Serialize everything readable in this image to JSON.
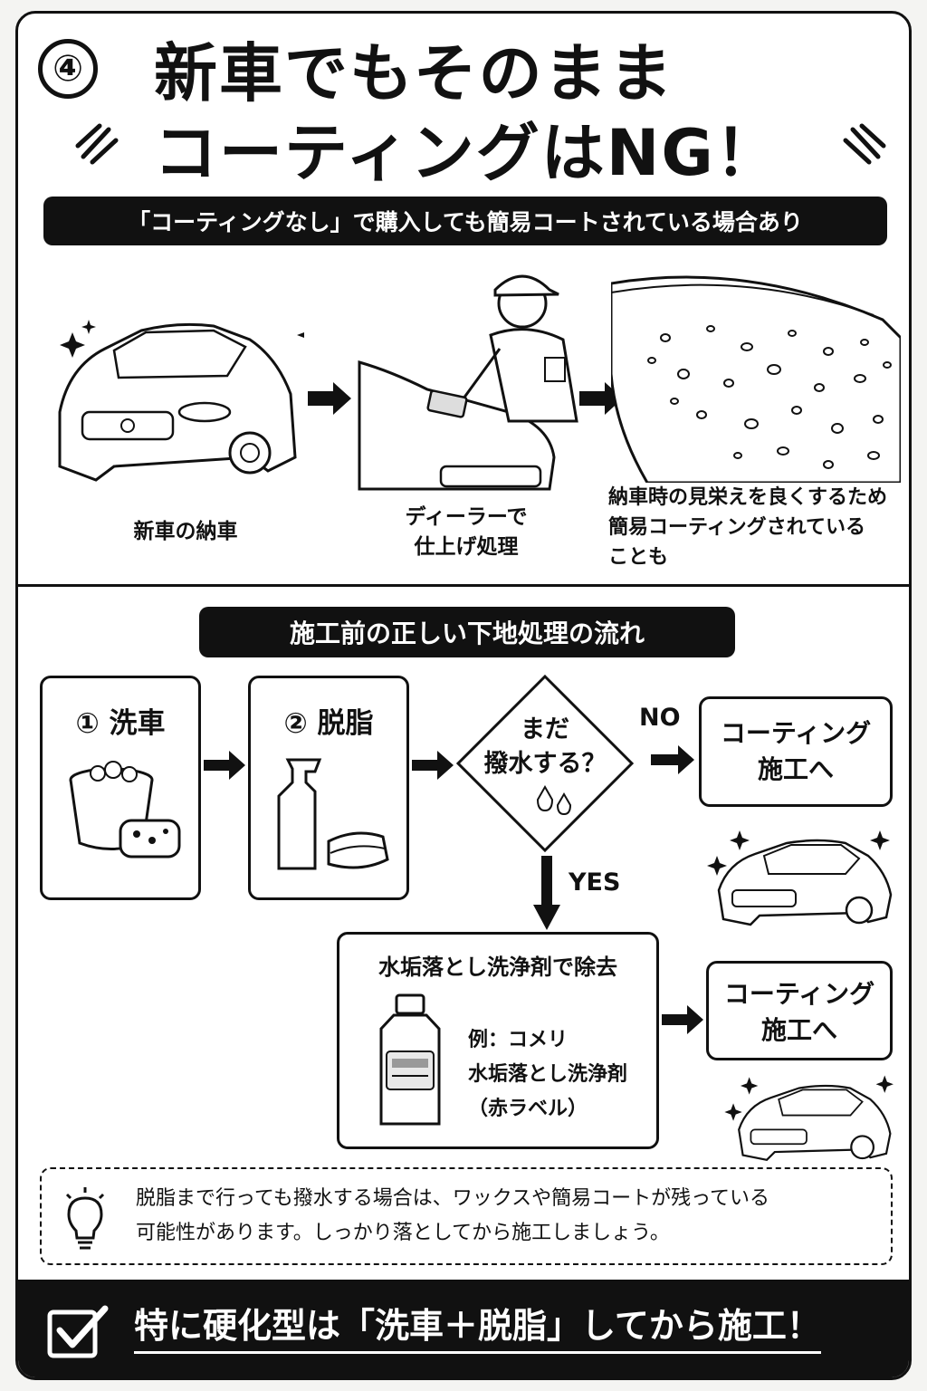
{
  "header": {
    "number": "④",
    "title_line1": "新車でもそのまま",
    "title_line2": "コーティングはNG！",
    "subtitle": "「コーティングなし」で購入しても簡易コートされている場合あり"
  },
  "top_section": {
    "captions": [
      "新車の納車",
      "ディーラーで",
      "仕上げ処理",
      "納車時の見栄えを良くするため",
      "簡易コーティングされている",
      "ことも"
    ]
  },
  "flow": {
    "heading": "施工前の正しい下地処理の流れ",
    "step1": "① 洗車",
    "step2": "② 脱脂",
    "decision_line1": "まだ",
    "decision_line2": "撥水する？",
    "no_label": "NO",
    "yes_label": "YES",
    "result_line1": "コーティング",
    "result_line2": "施工へ",
    "remover_title": "水垢落とし洗浄剤で除去",
    "remover_example_line1": "例：コメリ",
    "remover_example_line2": "水垢落とし洗浄剤",
    "remover_example_line3": "（赤ラベル）"
  },
  "tip": {
    "line1": "脱脂まで行っても撥水する場合は、ワックスや簡易コートが残っている",
    "line2": "可能性があります。しっかり落としてから施工しましょう。"
  },
  "footer": {
    "text": "特に硬化型は「洗車＋脱脂」してから施工！"
  },
  "icons": {
    "check": "checkbox-check-icon",
    "bulb": "lightbulb-icon",
    "sparkle": "sparkle-icon"
  }
}
